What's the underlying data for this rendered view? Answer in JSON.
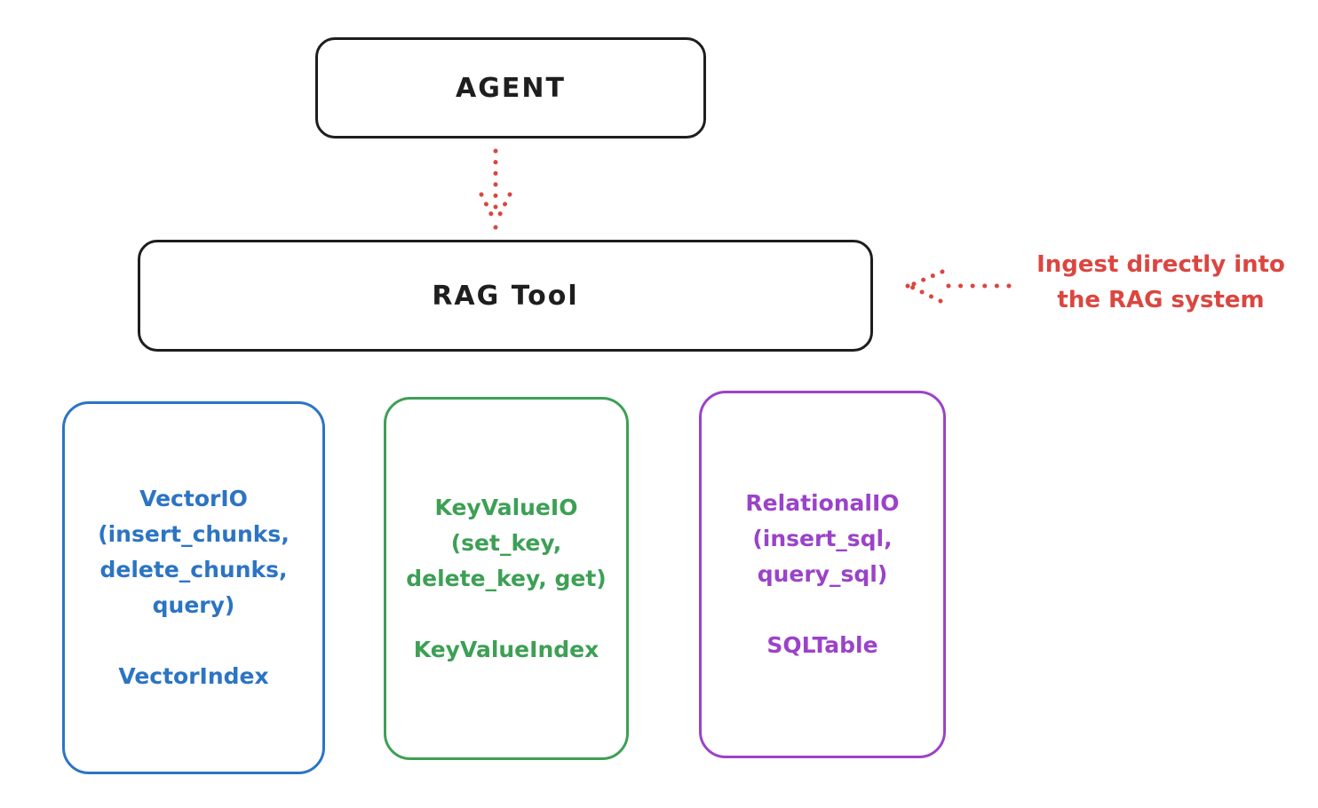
{
  "colors": {
    "black": "#1e1e1e",
    "red": "#db4640",
    "blue": "#2c74c4",
    "green": "#3da055",
    "purple": "#9b43c8",
    "background": "#ffffff"
  },
  "agent": {
    "label": "AGENT"
  },
  "rag_tool": {
    "label": "RAG Tool"
  },
  "annotation": {
    "text": "Ingest directly into\nthe RAG system"
  },
  "backends": [
    {
      "methods": "VectorIO\n(insert_chunks,\ndelete_chunks,\nquery)",
      "index": "VectorIndex",
      "color": "#2c74c4"
    },
    {
      "methods": "KeyValueIO\n(set_key,\ndelete_key, get)",
      "index": "KeyValueIndex",
      "color": "#3da055"
    },
    {
      "methods": "RelationalIO\n(insert_sql,\nquery_sql)",
      "index": "SQLTable",
      "color": "#9b43c8"
    }
  ]
}
